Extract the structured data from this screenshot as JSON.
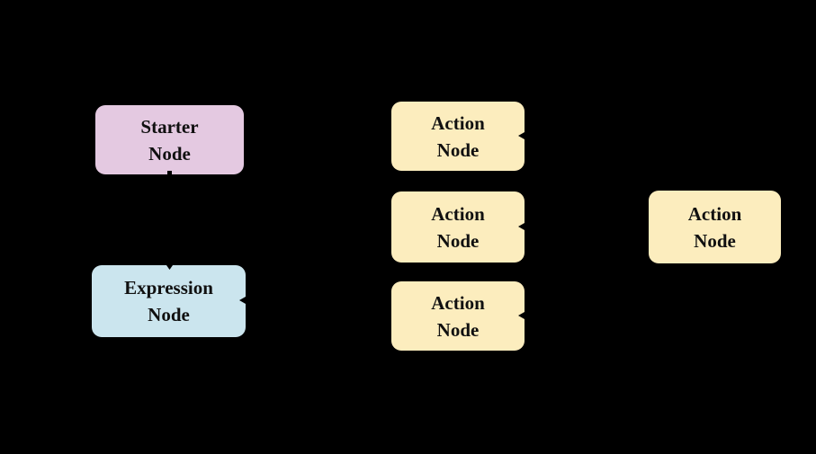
{
  "diagram": {
    "background_color": "#000000",
    "text_color": "#101010",
    "connector_color": "#000000",
    "nodes": [
      {
        "id": "starter-node",
        "line1": "Starter",
        "line2": "Node",
        "fill": "#e4c9e1"
      },
      {
        "id": "expression-node",
        "line1": "Expression",
        "line2": "Node",
        "fill": "#cbe5ee"
      },
      {
        "id": "action-node-1",
        "line1": "Action",
        "line2": "Node",
        "fill": "#fcedbe"
      },
      {
        "id": "action-node-2",
        "line1": "Action",
        "line2": "Node",
        "fill": "#fcedbe"
      },
      {
        "id": "action-node-3",
        "line1": "Action",
        "line2": "Node",
        "fill": "#fcedbe"
      },
      {
        "id": "action-node-4",
        "line1": "Action",
        "line2": "Node",
        "fill": "#fcedbe"
      }
    ],
    "markers": [
      {
        "name": "edge-tip-starter-bottom"
      },
      {
        "name": "edge-tip-expression-top"
      },
      {
        "name": "edge-tip-expression-right"
      },
      {
        "name": "edge-tip-action-1-right"
      },
      {
        "name": "edge-tip-action-2-right"
      },
      {
        "name": "edge-tip-action-3-right"
      }
    ]
  }
}
